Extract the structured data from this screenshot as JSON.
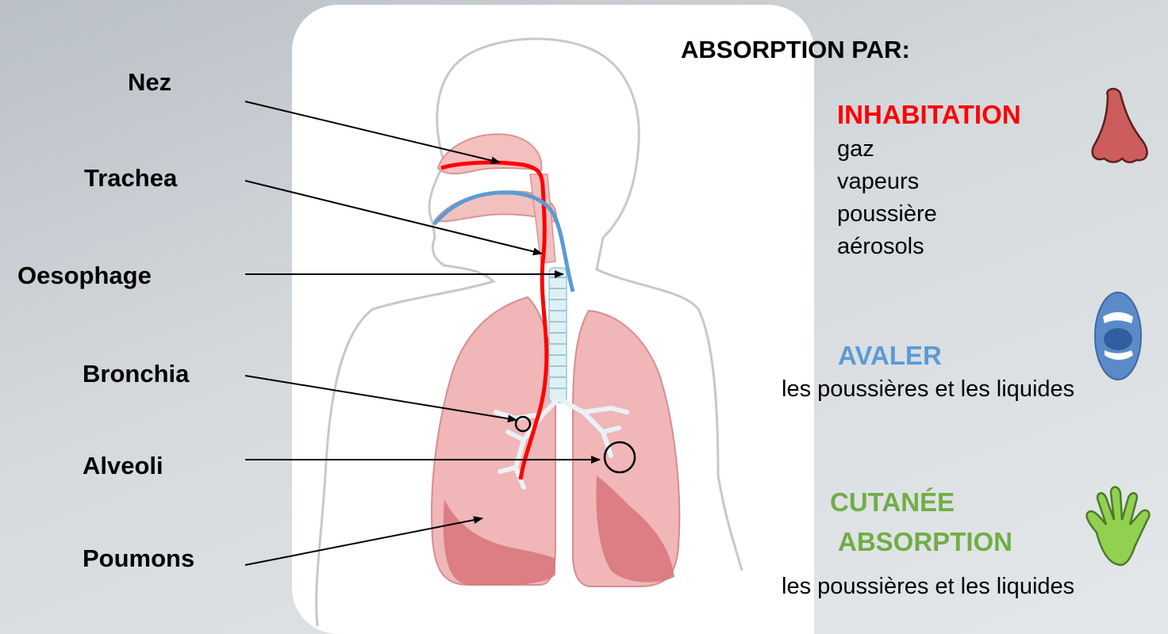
{
  "diagram": {
    "labels": {
      "nez": "Nez",
      "trachea": "Trachea",
      "oesophage": "Oesophage",
      "bronchia": "Bronchia",
      "alveoli": "Alveoli",
      "poumons": "Poumons"
    }
  },
  "absorption": {
    "heading": "ABSORPTION PAR:",
    "inhalation": {
      "title": "INHABITATION",
      "color": "#ff0000",
      "items": [
        "gaz",
        "vapeurs",
        "poussière",
        "aérosols"
      ],
      "icon": "nose-icon"
    },
    "ingestion": {
      "title": "AVALER",
      "color": "#5b9bd5",
      "text": "les poussières et les liquides",
      "icon": "mouth-icon"
    },
    "skin": {
      "title_line1": "CUTANÉE",
      "title_line2": "ABSORPTION",
      "color": "#70ad47",
      "text": "les poussières et les liquides",
      "icon": "hand-icon"
    }
  },
  "colors": {
    "airway_path": "#ff0000",
    "food_path": "#5b9bd5",
    "lung_fill": "#f0b6b8",
    "lung_dark": "#d8747a"
  }
}
